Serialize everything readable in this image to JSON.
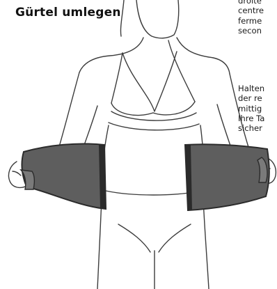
{
  "heading": "Gürtel umlegen",
  "text_block_french": [
    "droite",
    "centre",
    "ferme",
    "secon"
  ],
  "text_block_german": [
    "Halten",
    "der re",
    "mittig",
    "Ihre Ta",
    "sicher"
  ],
  "colors": {
    "belt": "#5e5e5e",
    "belt_edge": "#2b2b2b",
    "outline": "#3c3c3c"
  }
}
